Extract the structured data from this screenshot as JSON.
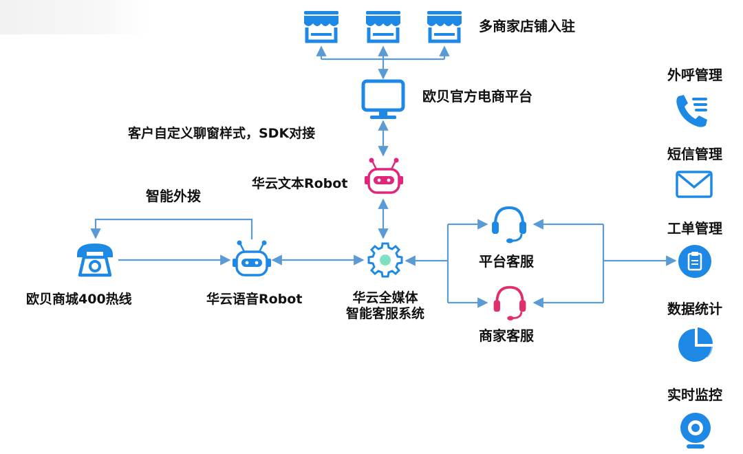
{
  "labels": {
    "multi_merchant": "多商家店铺入驻",
    "ecommerce_platform": "欧贝官方电商平台",
    "custom_chat": "客户自定义聊窗样式，SDK对接",
    "text_robot": "华云文本Robot",
    "smart_outbound": "智能外拨",
    "hotline": "欧贝商城400热线",
    "voice_robot": "华云语音Robot",
    "omni_line1": "华云全媒体",
    "omni_line2": "智能客服系统",
    "platform_cs": "平台客服",
    "merchant_cs": "商家客服"
  },
  "sidebar": [
    {
      "label": "外呼管理",
      "icon": "phone-list-icon"
    },
    {
      "label": "短信管理",
      "icon": "envelope-icon"
    },
    {
      "label": "工单管理",
      "icon": "clipboard-icon"
    },
    {
      "label": "数据统计",
      "icon": "pie-chart-icon"
    },
    {
      "label": "实时监控",
      "icon": "webcam-icon"
    }
  ],
  "colors": {
    "line": "#5b9bd5",
    "icon_blue": "#1e88e5",
    "robot_pink": "#e0257a",
    "gear_teal": "#7fe0c2",
    "headset_red": "#e0306a"
  }
}
